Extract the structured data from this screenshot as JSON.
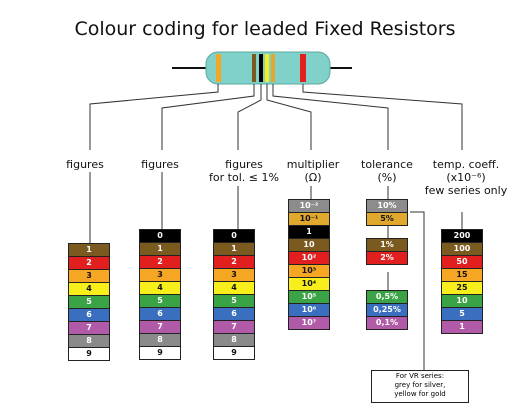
{
  "title": "Colour coding for leaded Fixed Resistors",
  "headers": {
    "figures1": [
      "figures"
    ],
    "figures2": [
      "figures"
    ],
    "figures3": [
      "figures",
      "for tol. ≤ 1%"
    ],
    "multiplier": [
      "multiplier",
      "(Ω)"
    ],
    "tolerance": [
      "tolerance",
      "(%)"
    ],
    "tempcoeff": [
      "temp. coeff.",
      "(x10⁻⁶)",
      "few series only"
    ]
  },
  "note": [
    "For VR series:",
    "grey for silver,",
    "yellow for gold"
  ],
  "colors": {
    "black": "#000000",
    "brown": "#7a5a1e",
    "red": "#e21f1f",
    "orange": "#f5a623",
    "yellow": "#f7ee1c",
    "green": "#3aa345",
    "blue": "#3a6fbf",
    "violet": "#b05aa8",
    "grey": "#8a8a8a",
    "white": "#ffffff",
    "gold": "#e0a92e",
    "silver": "#8c8c8c",
    "resistor_body": "#7fd1c9"
  },
  "columns": {
    "figures1": [
      {
        "label": "1",
        "color": "brown"
      },
      {
        "label": "2",
        "color": "red"
      },
      {
        "label": "3",
        "color": "orange"
      },
      {
        "label": "4",
        "color": "yellow"
      },
      {
        "label": "5",
        "color": "green"
      },
      {
        "label": "6",
        "color": "blue"
      },
      {
        "label": "7",
        "color": "violet"
      },
      {
        "label": "8",
        "color": "grey"
      },
      {
        "label": "9",
        "color": "white"
      }
    ],
    "figures2": [
      {
        "label": "0",
        "color": "black"
      },
      {
        "label": "1",
        "color": "brown"
      },
      {
        "label": "2",
        "color": "red"
      },
      {
        "label": "3",
        "color": "orange"
      },
      {
        "label": "4",
        "color": "yellow"
      },
      {
        "label": "5",
        "color": "green"
      },
      {
        "label": "6",
        "color": "blue"
      },
      {
        "label": "7",
        "color": "violet"
      },
      {
        "label": "8",
        "color": "grey"
      },
      {
        "label": "9",
        "color": "white"
      }
    ],
    "figures3": [
      {
        "label": "0",
        "color": "black"
      },
      {
        "label": "1",
        "color": "brown"
      },
      {
        "label": "2",
        "color": "red"
      },
      {
        "label": "3",
        "color": "orange"
      },
      {
        "label": "4",
        "color": "yellow"
      },
      {
        "label": "5",
        "color": "green"
      },
      {
        "label": "6",
        "color": "blue"
      },
      {
        "label": "7",
        "color": "violet"
      },
      {
        "label": "8",
        "color": "grey"
      },
      {
        "label": "9",
        "color": "white"
      }
    ],
    "multiplier": [
      {
        "label": "10⁻²",
        "color": "silver"
      },
      {
        "label": "10⁻¹",
        "color": "gold"
      },
      {
        "label": "1",
        "color": "black"
      },
      {
        "label": "10",
        "color": "brown"
      },
      {
        "label": "10²",
        "color": "red"
      },
      {
        "label": "10³",
        "color": "orange"
      },
      {
        "label": "10⁴",
        "color": "yellow"
      },
      {
        "label": "10⁵",
        "color": "green"
      },
      {
        "label": "10⁶",
        "color": "blue"
      },
      {
        "label": "10⁷",
        "color": "violet"
      }
    ],
    "tolerance": [
      {
        "label": "10%",
        "color": "silver"
      },
      {
        "label": "5%",
        "color": "gold"
      },
      {
        "label": "",
        "color": "none"
      },
      {
        "label": "1%",
        "color": "brown"
      },
      {
        "label": "2%",
        "color": "red"
      },
      {
        "label": "",
        "color": "none"
      },
      {
        "label": "",
        "color": "none"
      },
      {
        "label": "0,5%",
        "color": "green"
      },
      {
        "label": "0,25%",
        "color": "blue"
      },
      {
        "label": "0,1%",
        "color": "violet"
      }
    ],
    "tempcoeff": [
      {
        "label": "200",
        "color": "black"
      },
      {
        "label": "100",
        "color": "brown"
      },
      {
        "label": "50",
        "color": "red"
      },
      {
        "label": "15",
        "color": "orange"
      },
      {
        "label": "25",
        "color": "yellow"
      },
      {
        "label": "10",
        "color": "green"
      },
      {
        "label": "5",
        "color": "blue"
      },
      {
        "label": "1",
        "color": "violet"
      }
    ]
  }
}
